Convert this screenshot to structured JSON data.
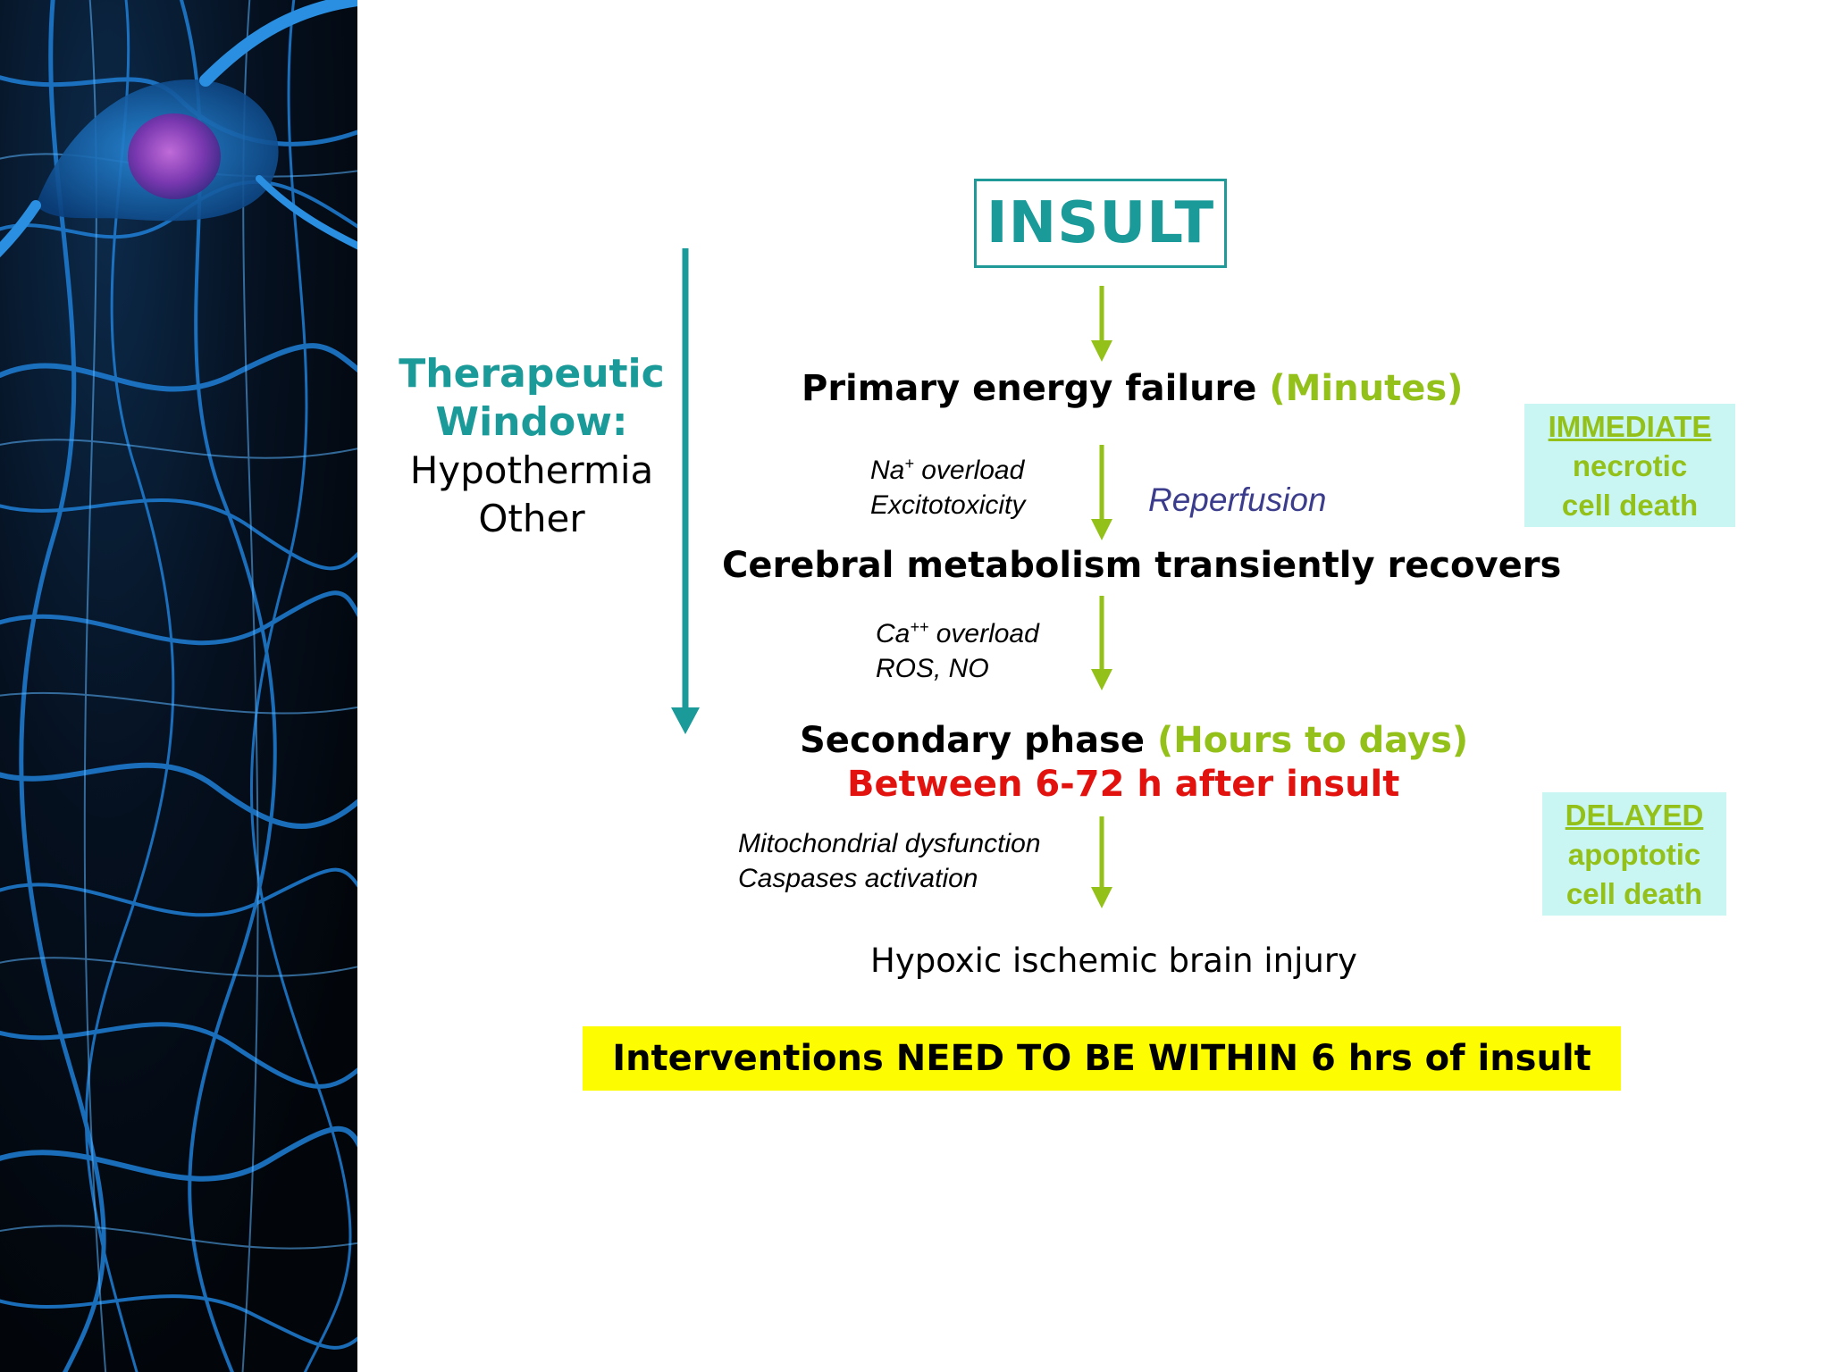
{
  "insult": "INSULT",
  "therapeutic_window": {
    "title_line1": "Therapeutic",
    "title_line2": "Window:",
    "item1": "Hypothermia",
    "item2": "Other"
  },
  "primary": {
    "label": "Primary energy failure",
    "time": "(Minutes)"
  },
  "mechanisms1": {
    "line1": "Na",
    "line1_sup": "+",
    "line1_rest": " overload",
    "line2": "Excitotoxicity"
  },
  "reperfusion": "Reperfusion",
  "recovery": "Cerebral metabolism transiently recovers",
  "mechanisms2": {
    "line1": "Ca",
    "line1_sup": "++",
    "line1_rest": " overload",
    "line2": "ROS, NO"
  },
  "secondary": {
    "label": "Secondary phase",
    "time": "(Hours to days)",
    "window": "Between 6-72 h after insult"
  },
  "mechanisms3": {
    "line1": "Mitochondrial dysfunction",
    "line2": "Caspases activation"
  },
  "outcome": "Hypoxic ischemic brain injury",
  "immediate": {
    "header": "IMMEDIATE",
    "line1": "necrotic",
    "line2": "cell death"
  },
  "delayed": {
    "header": "DELAYED",
    "line1": "apoptotic",
    "line2": "cell death"
  },
  "banner": "Interventions NEED TO BE WITHIN 6 hrs of insult",
  "colors": {
    "teal": "#1a9a98",
    "green": "#93c11a",
    "red": "#e2120f",
    "highlight": "#fdfc00",
    "box_fill": "#c9f5f3",
    "reperfusion": "#3b3c8c"
  }
}
